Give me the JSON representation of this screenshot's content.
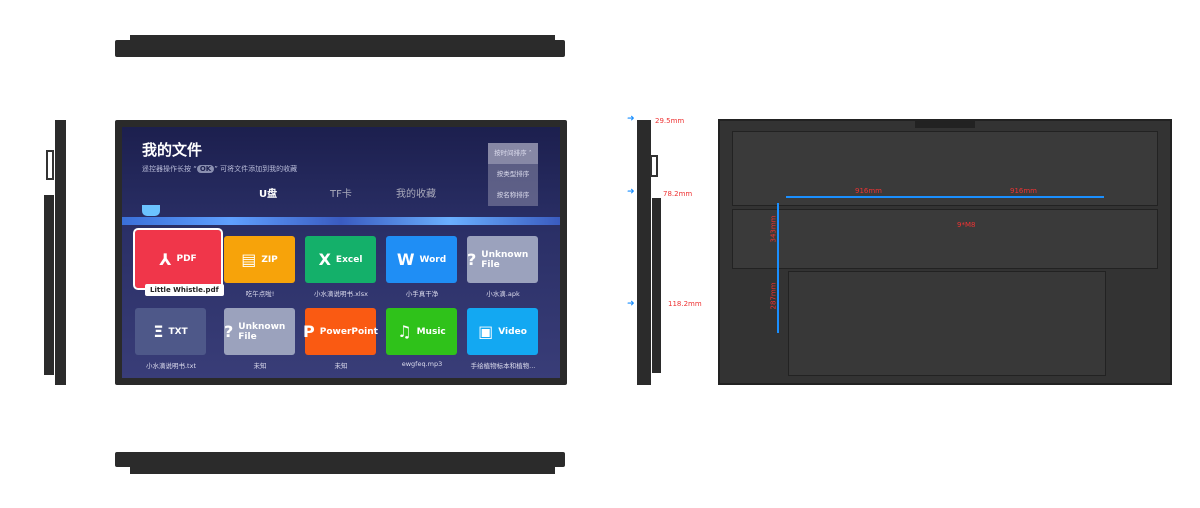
{
  "screen": {
    "title": "我的文件",
    "hint_before": "遥控器操作长按 “",
    "hint_ok": "OK",
    "hint_after": "” 可将文件添加到我的收藏",
    "tabs": [
      {
        "label": "U盘",
        "active": true
      },
      {
        "label": "TF卡"
      },
      {
        "label": "我的收藏"
      }
    ],
    "sort_menu": [
      "按时间排序 ˄",
      "按类型排序",
      "按名称排序"
    ],
    "files": [
      {
        "type": "PDF",
        "icon": "pdf-icon",
        "glyph": "⅄",
        "color": "#f0364a",
        "name": "Little Whistle.pdf",
        "selected": true
      },
      {
        "type": "ZIP",
        "icon": "zip-icon",
        "glyph": "▤",
        "color": "#f7a30a",
        "name": "吃午点啦!"
      },
      {
        "type": "Excel",
        "icon": "excel-icon",
        "glyph": "X",
        "color": "#14b06a",
        "name": "小水滴说明书.xlsx"
      },
      {
        "type": "Word",
        "icon": "word-icon",
        "glyph": "W",
        "color": "#1f8ef5",
        "name": "小手真干净"
      },
      {
        "type": "Unknown File",
        "icon": "unknown-file-icon",
        "glyph": "?",
        "color": "#9ba2bd",
        "name": "小水滴.apk"
      },
      {
        "type": "TXT",
        "icon": "txt-icon",
        "glyph": "Ξ",
        "color": "#4e5889",
        "name": "小水滴说明书.txt"
      },
      {
        "type": "Unknown File",
        "icon": "unknown-file-icon",
        "glyph": "?",
        "color": "#9ba2bd",
        "name": "未知"
      },
      {
        "type": "PowerPoint",
        "icon": "powerpoint-icon",
        "glyph": "P",
        "color": "#fa5a12",
        "name": "未知"
      },
      {
        "type": "Music",
        "icon": "music-icon",
        "glyph": "♫",
        "color": "#2fc21a",
        "name": "ewgfeq.mp3"
      },
      {
        "type": "Video",
        "icon": "video-icon",
        "glyph": "▣",
        "color": "#13a8f2",
        "name": "手绘植物标本和植物..."
      }
    ]
  },
  "side_dimensions": [
    "29.5mm",
    "78.2mm",
    "118.2mm"
  ],
  "back_dimensions": {
    "left_width": "916mm",
    "right_width": "916mm",
    "upper_height": "343mm",
    "lower_height": "287mm",
    "screw": "9*M8"
  }
}
